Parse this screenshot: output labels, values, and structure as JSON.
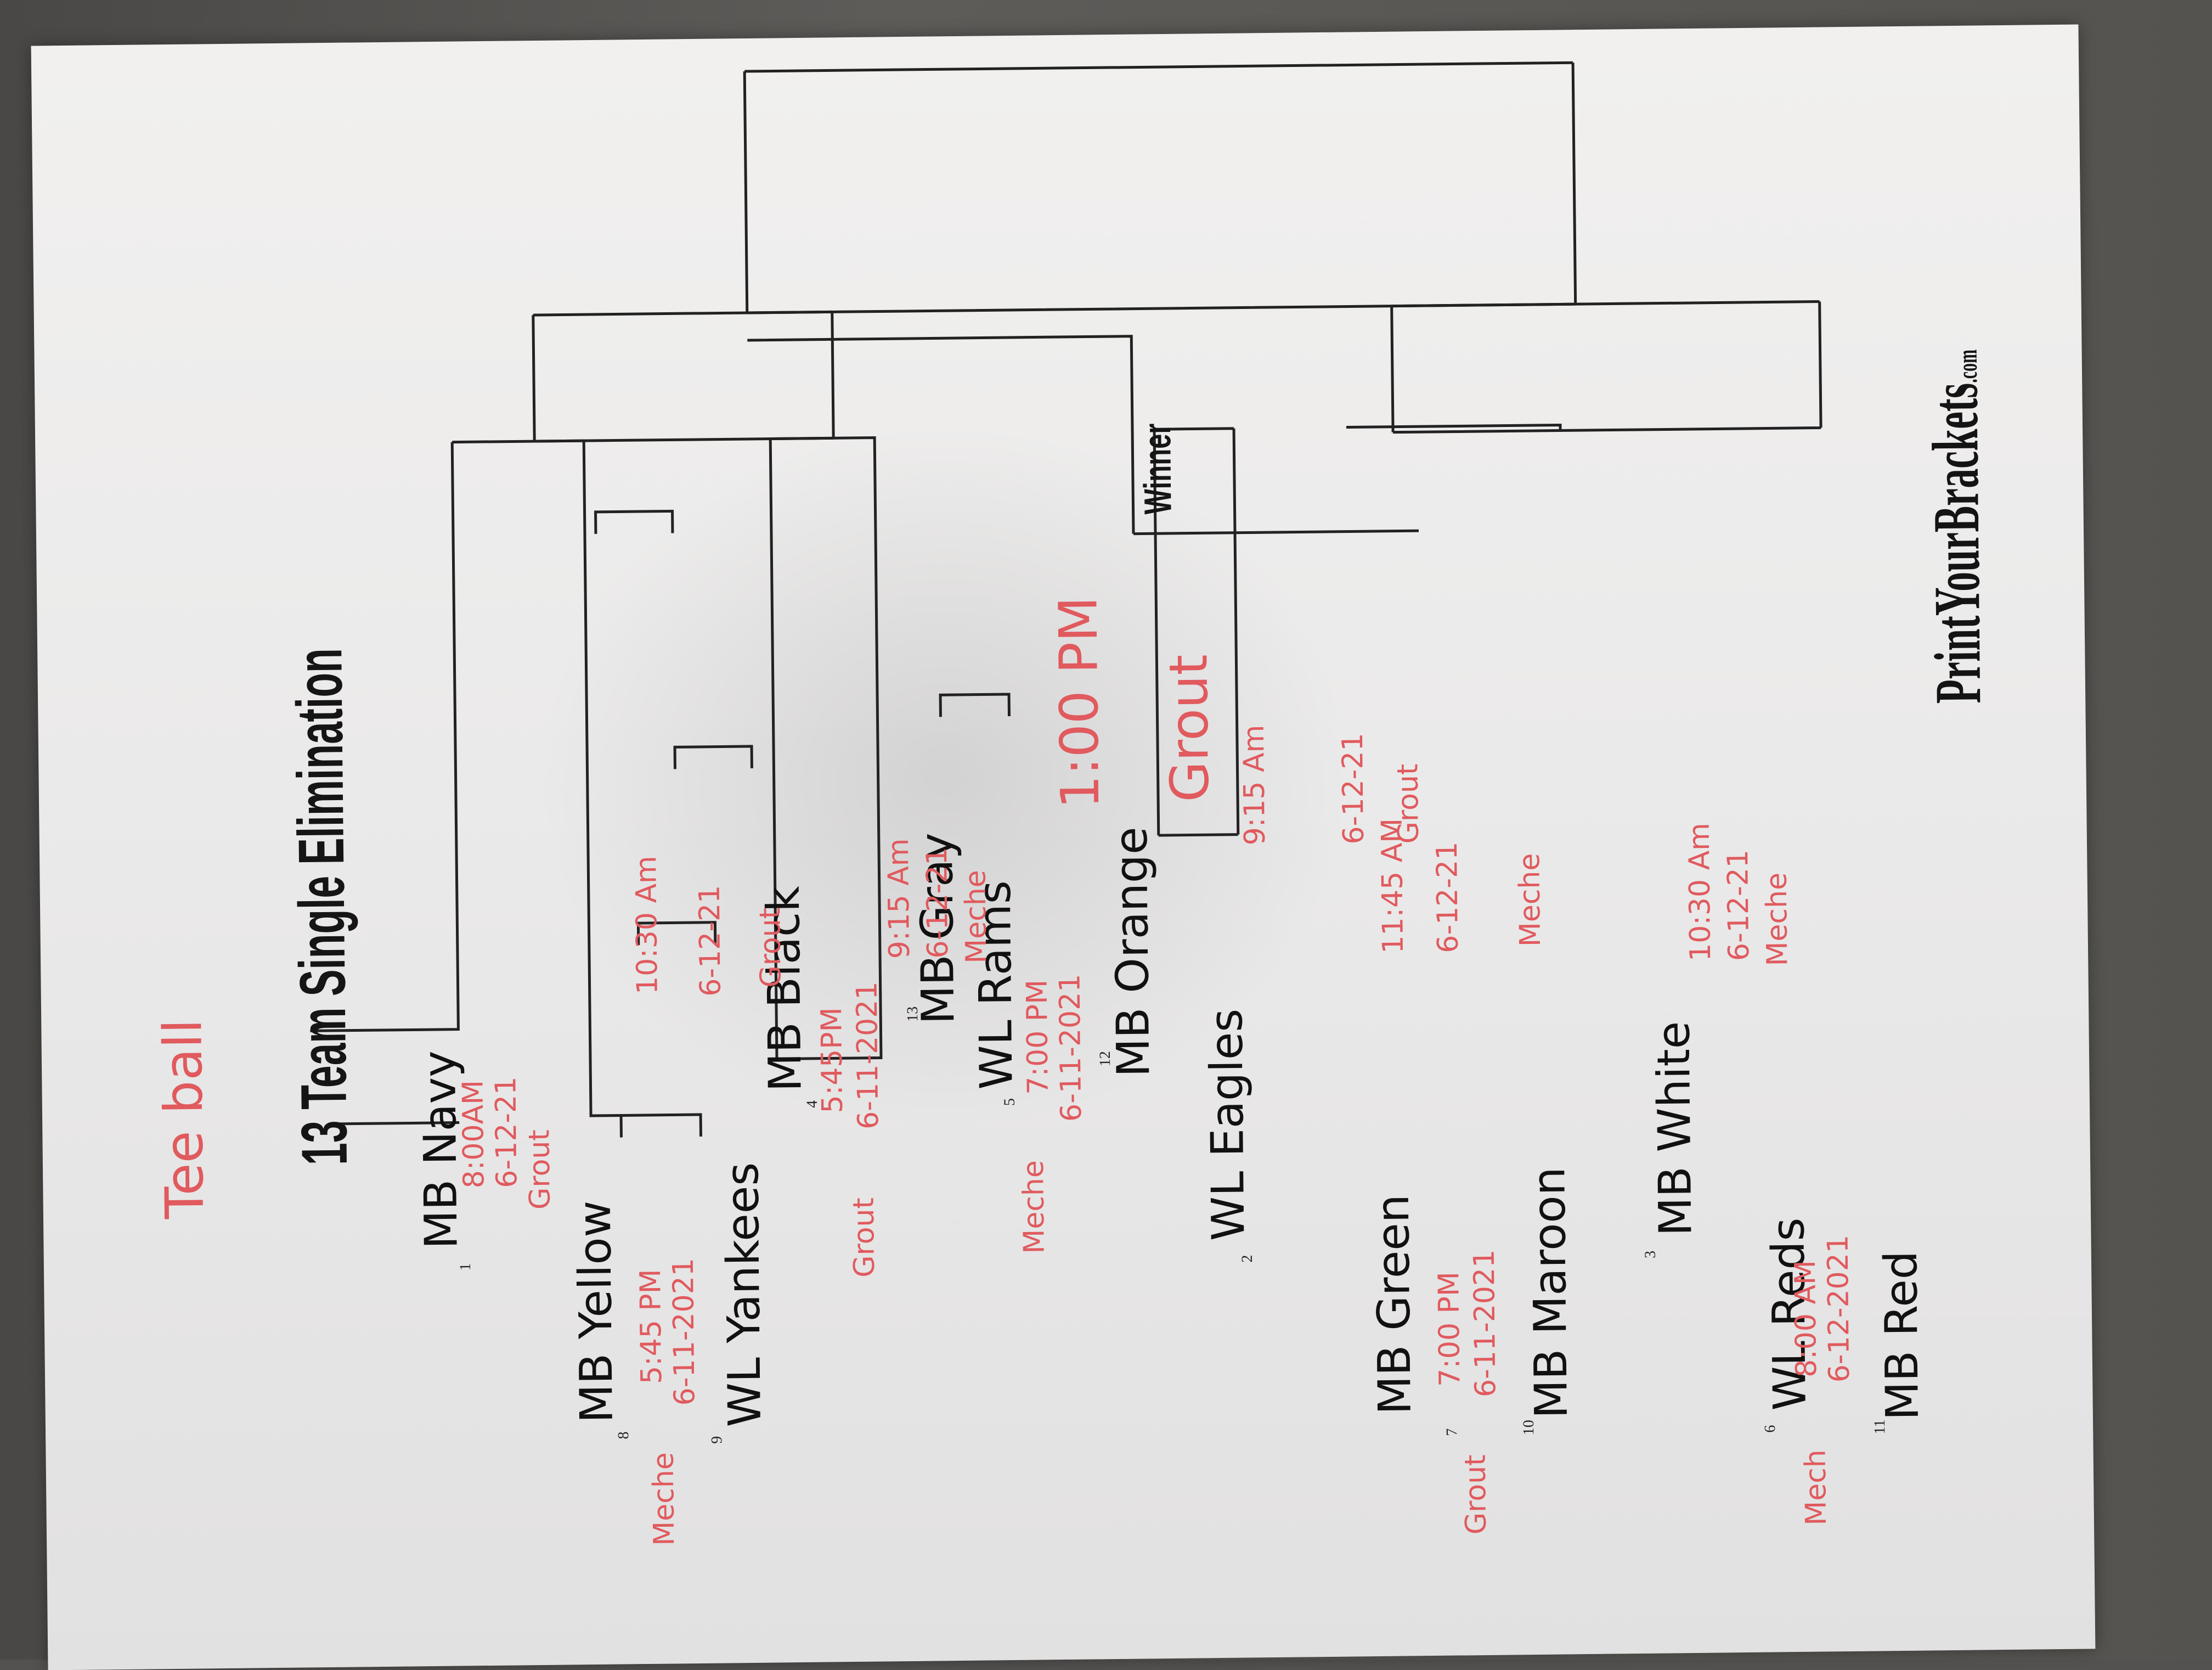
{
  "handwritten_title": "Tee ball",
  "title": "13 Team Single Elimination",
  "winner_label": "Winner",
  "brand": {
    "name": "PrintYourBrackets",
    "suffix": ".com"
  },
  "seeds": {
    "s1": "1",
    "s8": "8",
    "s9": "9",
    "s4": "4",
    "s13": "13",
    "s5": "5",
    "s12": "12",
    "s2": "2",
    "s7": "7",
    "s10": "10",
    "s3": "3",
    "s6": "6",
    "s11": "11"
  },
  "teams": {
    "t1": "MB Navy",
    "t8": "MB Yellow",
    "t9": "WL Yankees",
    "t4": "MB Black",
    "t13": "MB Gray",
    "t5": "WL Rams",
    "t12": "MB Orange",
    "t2": "WL Eagles",
    "t7": "MB Green",
    "t10": "MB Maroon",
    "t3": "MB White",
    "t6": "WL Reds",
    "t11": "MB Red"
  },
  "games": {
    "g8v9": {
      "time": "5:45 PM",
      "date": "6-11-2021",
      "field": "Meche"
    },
    "g4v13": {
      "time": "5:45PM",
      "date": "6-11-2021",
      "field": "Grout"
    },
    "g5v12": {
      "time": "7:00 PM",
      "date": "6-11-2021",
      "field": "Meche"
    },
    "g7v10": {
      "time": "7:00 PM",
      "date": "6-11-2021",
      "field": "Grout"
    },
    "g6v11": {
      "time": "8:00 AM",
      "date": "6-12-2021",
      "field": "Mech"
    },
    "g1v": {
      "time": "8:00AM",
      "date": "6-12-21",
      "field": "Grout"
    },
    "g4v": {
      "time": "9:15 Am",
      "date": "6-12-21",
      "field": "Meche"
    },
    "g2v": {
      "time": "9:15 Am",
      "date": "6-12-21",
      "field": "Grout"
    },
    "g3v": {
      "time": "10:30 Am",
      "date": "6-12-21",
      "field": "Meche"
    },
    "semi1": {
      "time": "10:30 Am",
      "date": "6-12-21",
      "field": "Grout"
    },
    "semi2": {
      "time": "11:45 AM",
      "date": "6-12-21",
      "field": "Meche"
    },
    "final": {
      "time": "1:00 PM",
      "field": "Grout"
    }
  }
}
